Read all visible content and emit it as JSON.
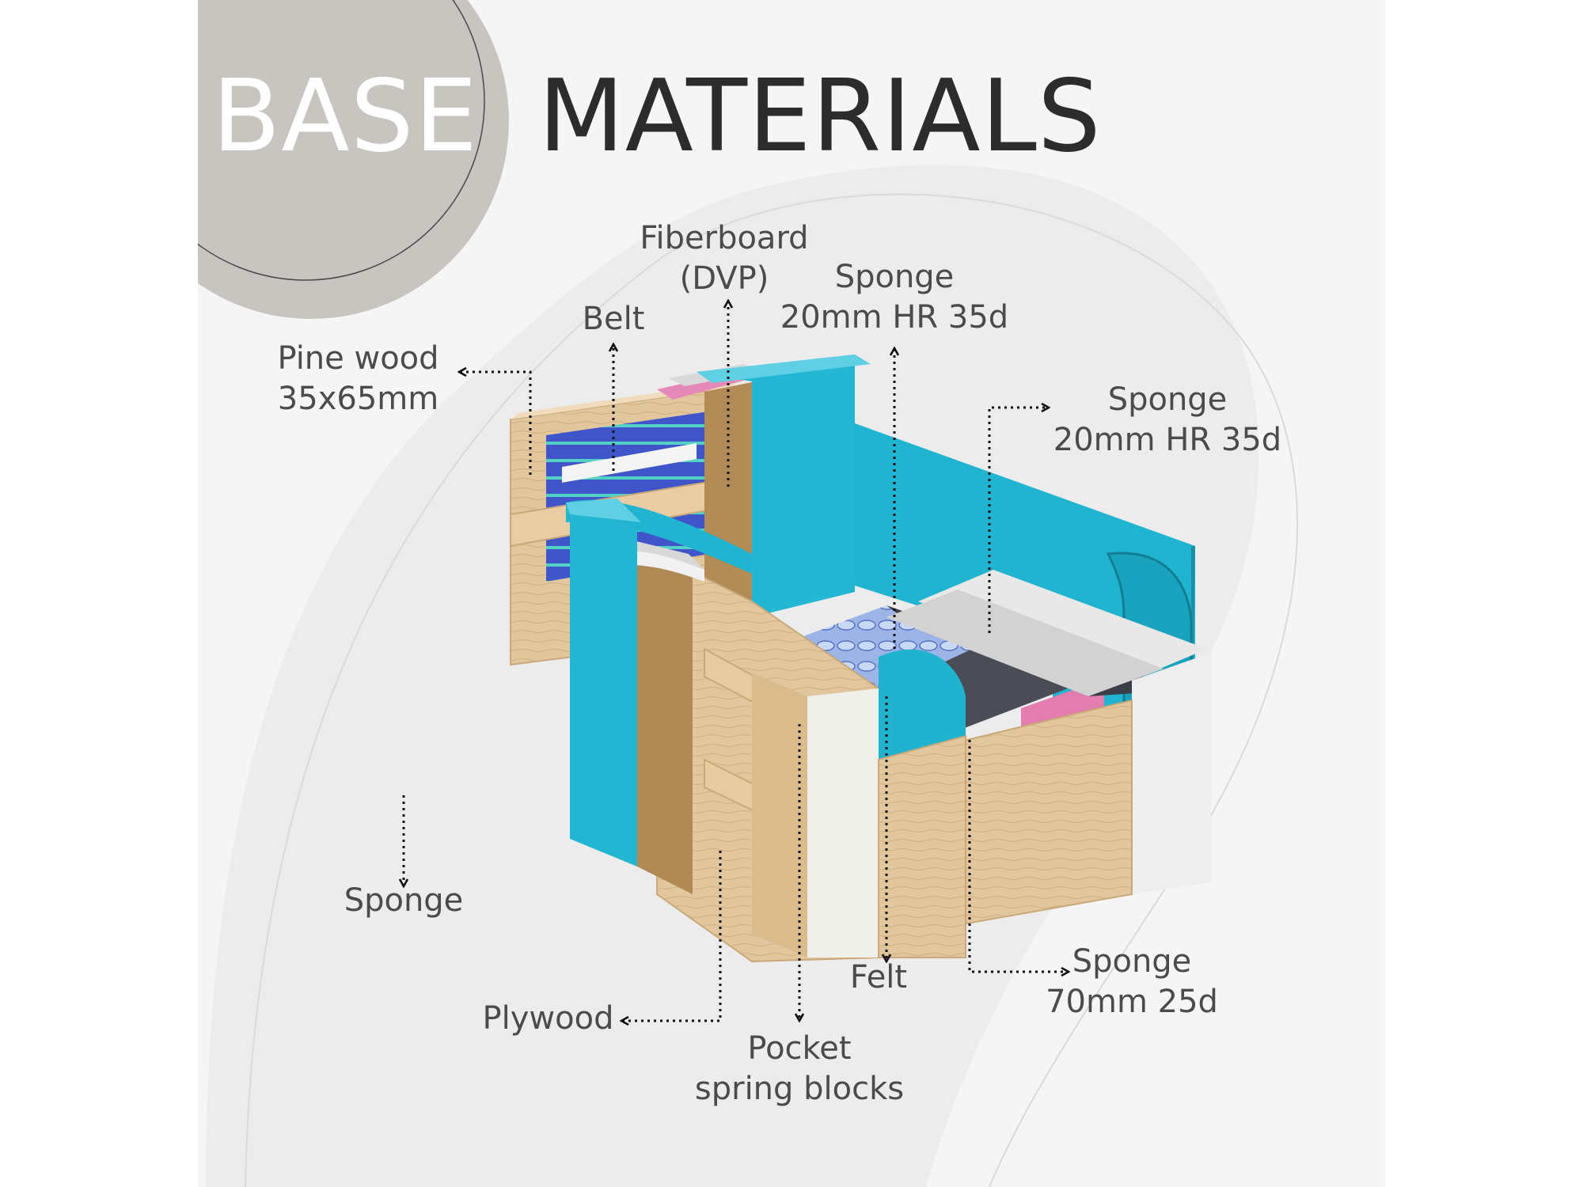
{
  "title": {
    "word1": "BASE",
    "word2": "MATERIALS"
  },
  "labels": {
    "fiberboard": {
      "line1": "Fiberboard",
      "line2": "(DVP)"
    },
    "sponge_back": {
      "line1": "Sponge",
      "line2": "20mm HR 35d"
    },
    "belt": {
      "line1": "Belt"
    },
    "pine_wood": {
      "line1": "Pine wood",
      "line2": "35x65mm"
    },
    "sponge_right": {
      "line1": "Sponge",
      "line2": "20mm HR 35d"
    },
    "sponge_arm": {
      "line1": "Sponge"
    },
    "felt": {
      "line1": "Felt"
    },
    "sponge_seat": {
      "line1": "Sponge",
      "line2": "70mm 25d"
    },
    "plywood": {
      "line1": "Plywood"
    },
    "pocket_springs": {
      "line1": "Pocket",
      "line2": "spring blocks"
    }
  },
  "colors": {
    "foam_blue": "#1fb6d2",
    "wood": "#e0c49a",
    "fiberboard": "#b08a55",
    "pink_foam": "#e58ab8",
    "white_foam": "#ececec",
    "felt": "#3a3d45",
    "belt": "#3f55c9",
    "text": "#4b4b4b"
  }
}
